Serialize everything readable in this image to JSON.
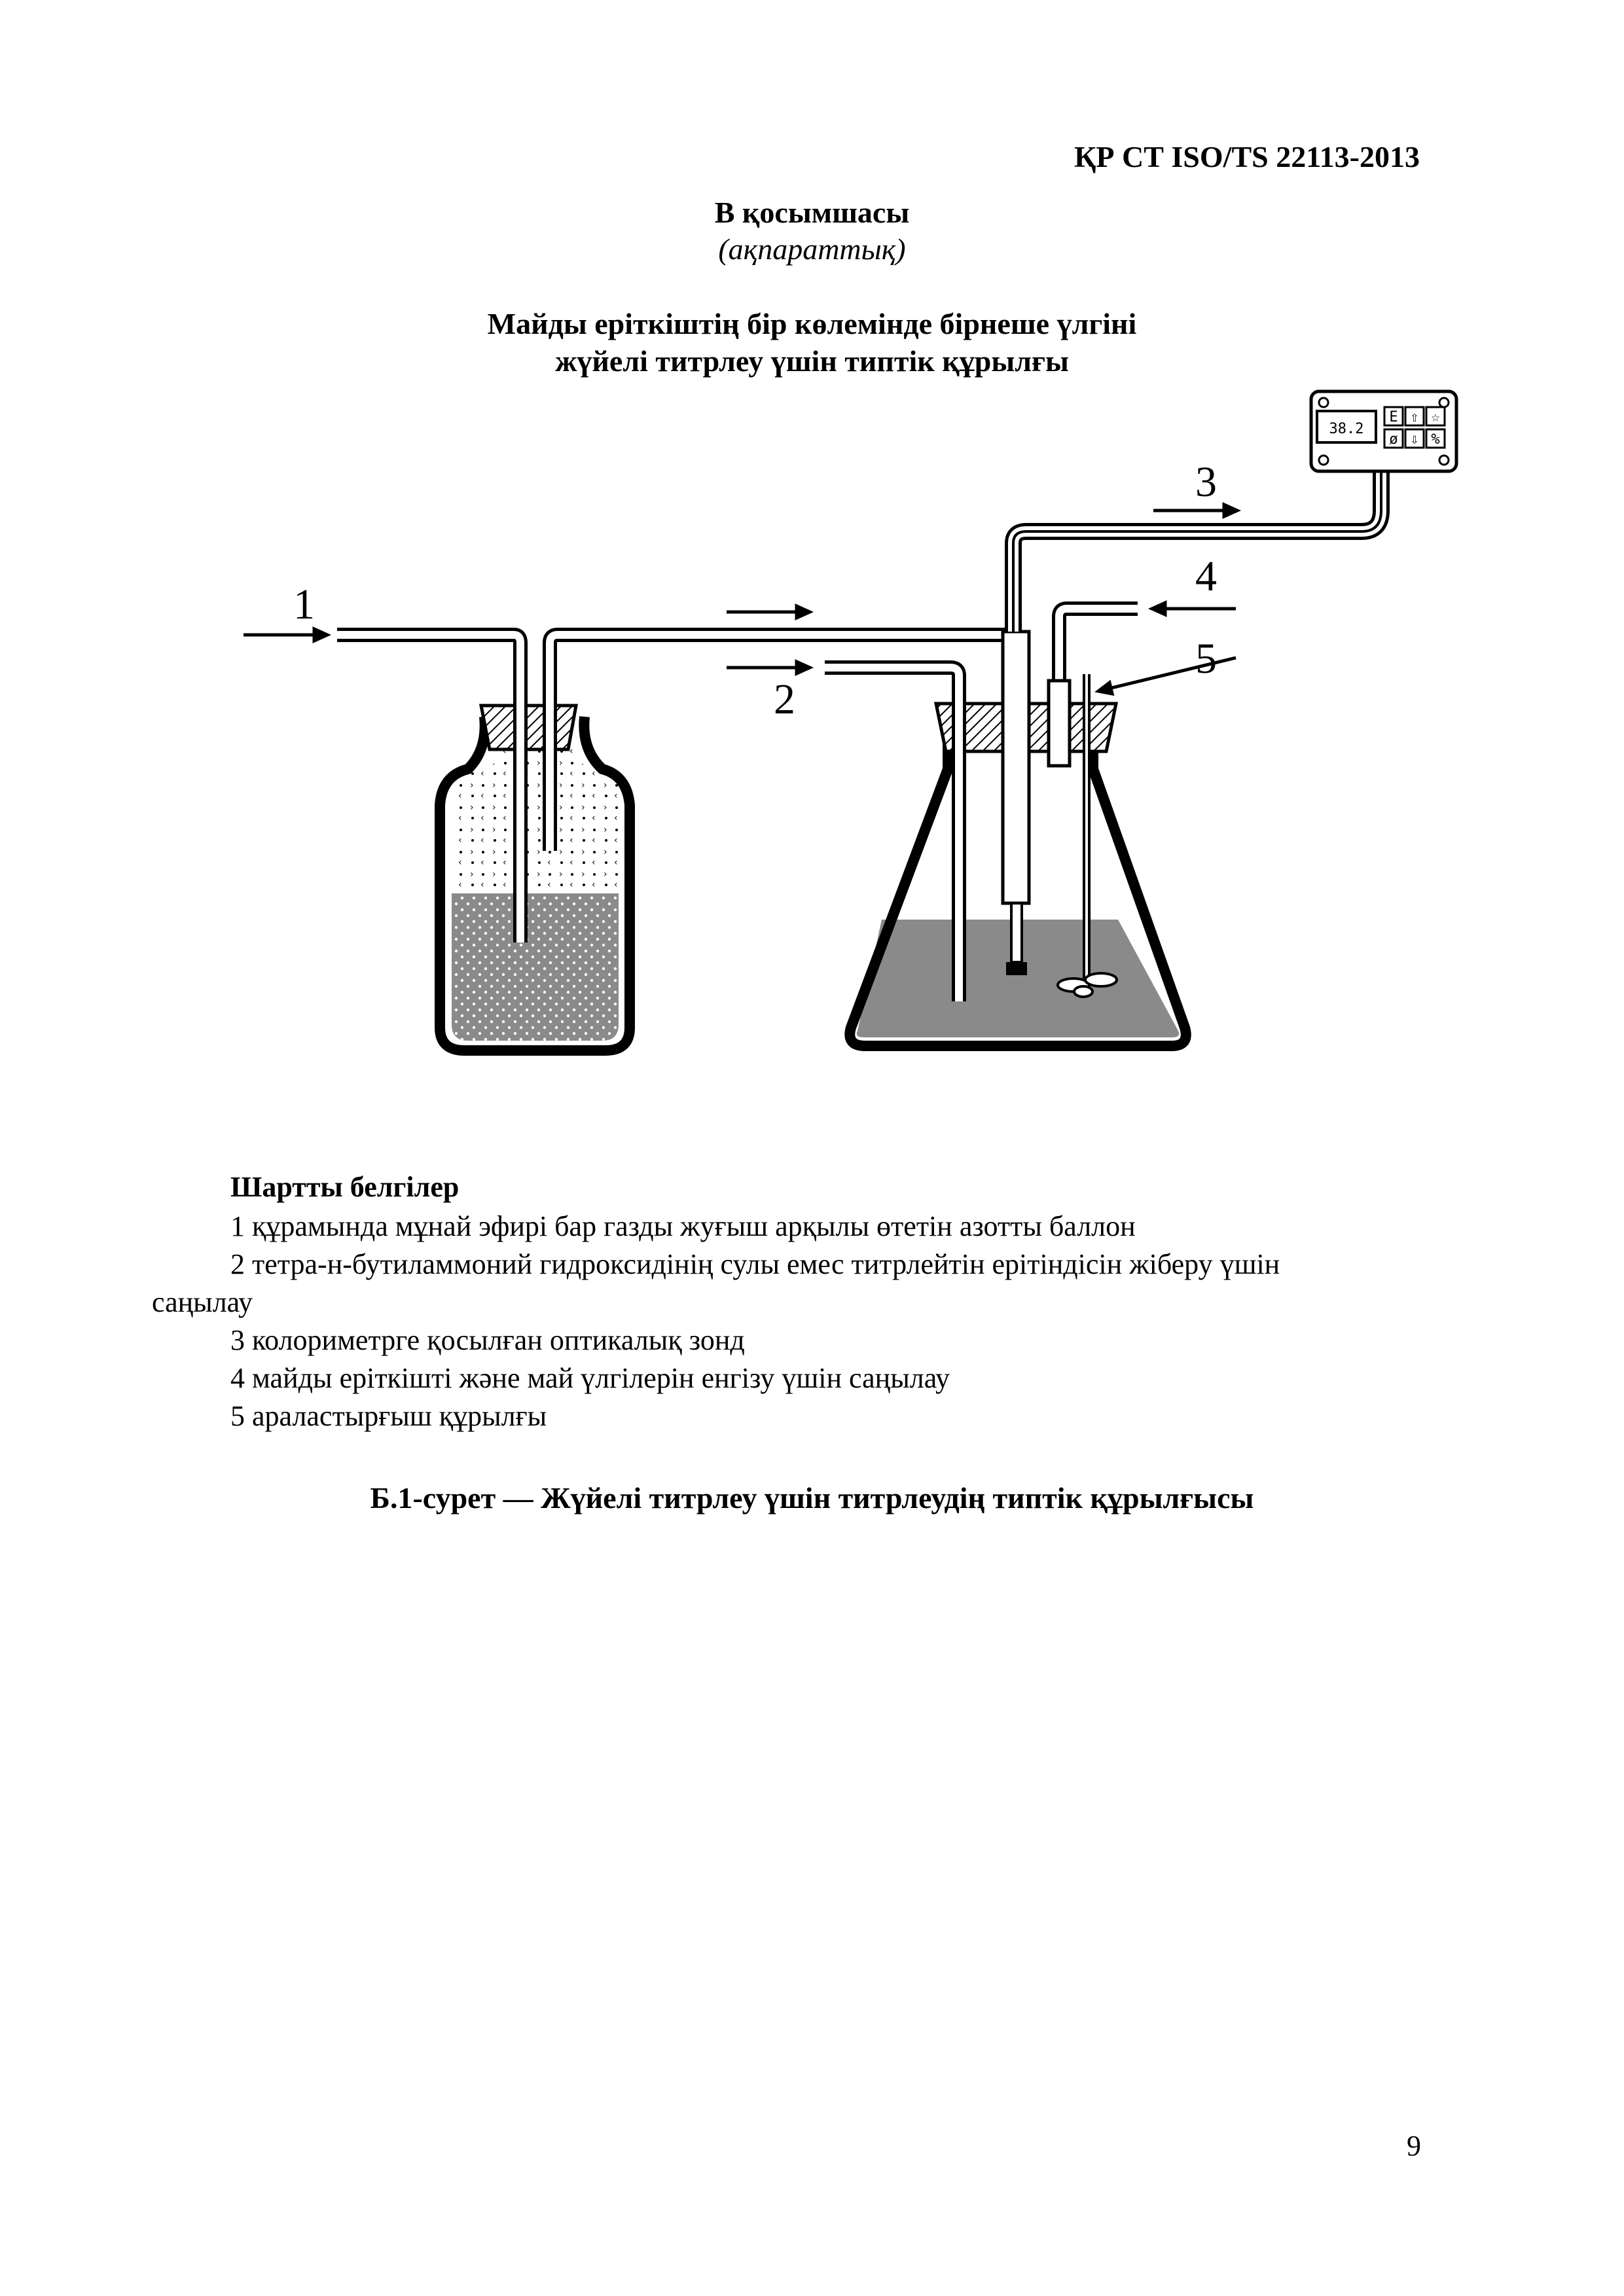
{
  "header": {
    "standard_id": "ҚР СТ ISO/TS 22113-2013"
  },
  "annex": {
    "title": "В қосымшасы",
    "subtitle": "(ақпараттық)"
  },
  "figure_title": {
    "line1": "Майды еріткіштің бір көлемінде бірнеше үлгіні",
    "line2": "жүйелі титрлеу үшін типтік құрылғы"
  },
  "diagram": {
    "labels": [
      "1",
      "2",
      "3",
      "4",
      "5"
    ],
    "colorimeter": {
      "display_value": "38.2",
      "keys": [
        "E",
        "⇧",
        "☆",
        "ø",
        "⇩",
        "%"
      ]
    },
    "colors": {
      "liquid": "#8a8a8a",
      "outline": "#000000"
    }
  },
  "legend": {
    "heading": "Шартты белгілер",
    "items": [
      "1 құрамында мұнай эфирі бар газды жуғыш арқылы өтетін азотты баллон",
      "2 тетра-н-бутиламмоний гидроксидінің сулы емес титрлейтін ерітіндісін жіберу үшін",
      "саңылау",
      "3 колориметрге қосылған оптикалық зонд",
      "4 майды еріткішті және май үлгілерін енгізу үшін саңылау",
      "5 араластырғыш құрылғы"
    ]
  },
  "caption": "Б.1-сурет — Жүйелі титрлеу үшін титрлеудің типтік құрылғысы",
  "page_number": "9"
}
